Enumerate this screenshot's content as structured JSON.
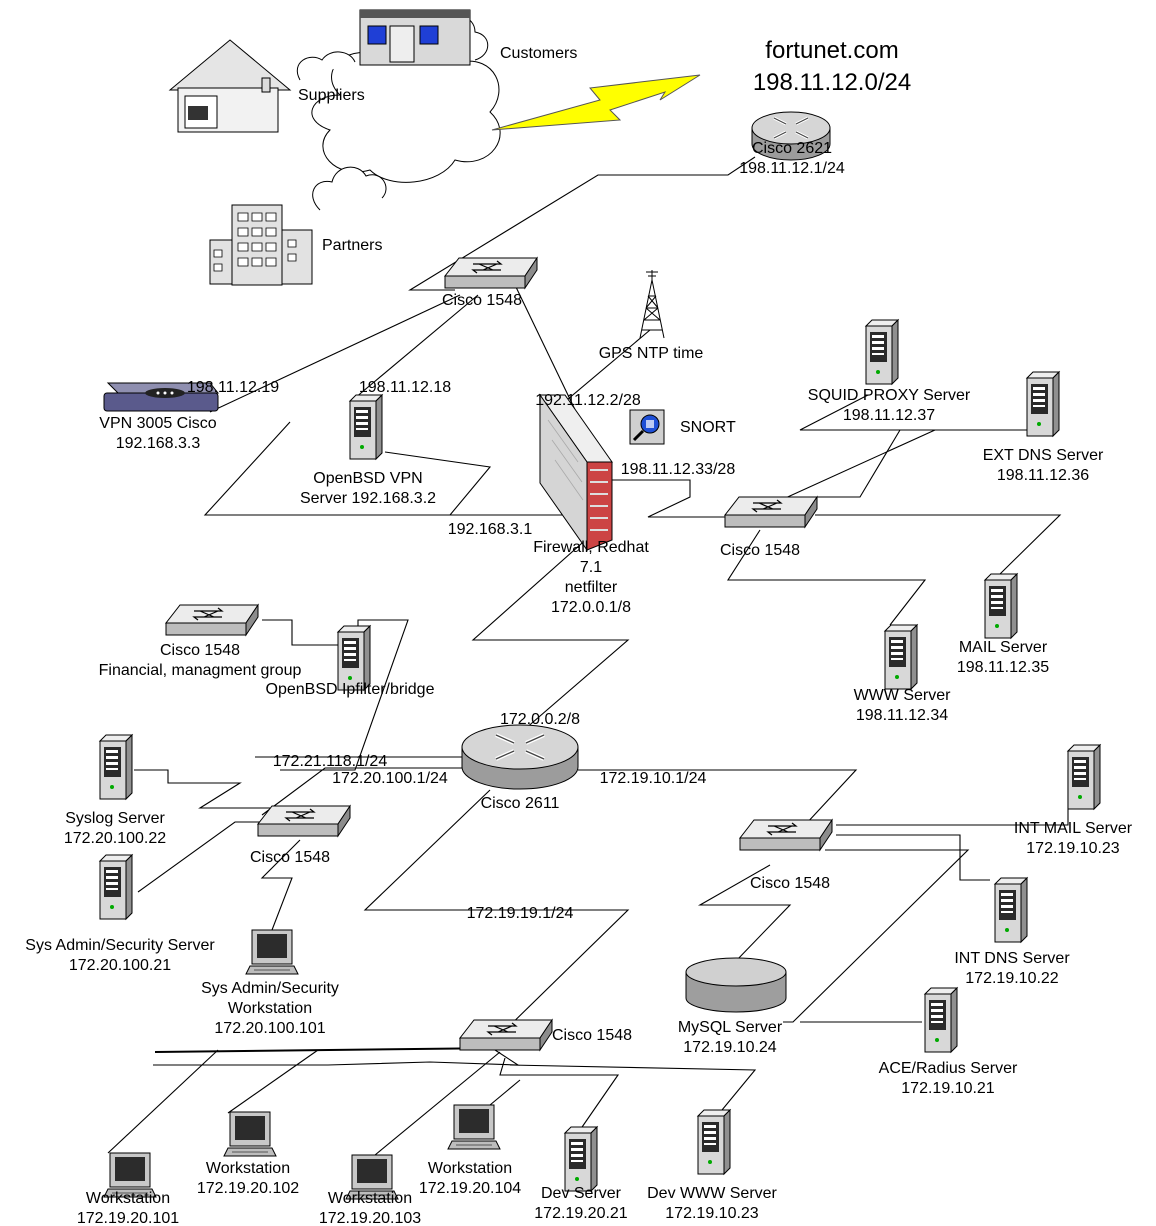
{
  "header": {
    "domain": "fortunet.com",
    "subnet": "198.11.12.0/24"
  },
  "external": {
    "customers": "Customers",
    "suppliers": "Suppliers",
    "partners": "Partners"
  },
  "edge_router": {
    "name": "Cisco 2621",
    "ip": "198.11.12.1/24"
  },
  "outer_switch": {
    "name": "Cisco 1548"
  },
  "gps": {
    "label": "GPS NTP time"
  },
  "vpn_cisco": {
    "name": "VPN 3005 Cisco",
    "ip": "192.168.3.3",
    "outside_ip": "198.11.12.19"
  },
  "vpn_openbsd": {
    "name": "OpenBSD VPN",
    "name2": "Server 192.168.3.2",
    "outside_ip": "198.11.12.18"
  },
  "firewall": {
    "outside_ip": "192.11.12.2/28",
    "dmz_ip": "198.11.12.33/28",
    "vpn_ip": "192.168.3.1",
    "line1": "Firewall, Redhat",
    "line2": "7.1",
    "line3": "netfilter",
    "line4": "172.0.0.1/8"
  },
  "snort": {
    "label": "SNORT"
  },
  "dmz_switch": {
    "name": "Cisco 1548"
  },
  "squid": {
    "name": "SQUID PROXY Server",
    "ip": "198.11.12.37"
  },
  "ext_dns": {
    "name": "EXT DNS Server",
    "ip": "198.11.12.36"
  },
  "mail": {
    "name": "MAIL Server",
    "ip": "198.11.12.35"
  },
  "www": {
    "name": "WWW Server",
    "ip": "198.11.12.34"
  },
  "fin_switch": {
    "name": "Cisco 1548",
    "group": "Financial, managment group"
  },
  "ipfilter": {
    "name": "OpenBSD Ipfilter/bridge"
  },
  "core_router": {
    "name": "Cisco 2611",
    "ip_top": "172.0.0.2/8",
    "ip_fin": "172.21.118.1/24",
    "ip_admin": "172.20.100.1/24",
    "ip_int": "172.19.10.1/24",
    "ip_ws": "172.19.19.1/24"
  },
  "admin_switch": {
    "name": "Cisco 1548"
  },
  "syslog": {
    "name": "Syslog Server",
    "ip": "172.20.100.22"
  },
  "sysadmin_server": {
    "name": "Sys Admin/Security Server",
    "ip": "172.20.100.21"
  },
  "sysadmin_ws": {
    "name1": "Sys Admin/Security",
    "name2": "Workstation",
    "ip": "172.20.100.101"
  },
  "int_switch": {
    "name": "Cisco 1548"
  },
  "int_mail": {
    "name": "INT MAIL Server",
    "ip": "172.19.10.23"
  },
  "int_dns": {
    "name": "INT DNS Server",
    "ip": "172.19.10.22"
  },
  "mysql": {
    "name": "MySQL Server",
    "ip": "172.19.10.24"
  },
  "ace": {
    "name": "ACE/Radius Server",
    "ip": "172.19.10.21"
  },
  "ws_switch": {
    "name": "Cisco 1548"
  },
  "workstations": [
    {
      "name": "Workstation",
      "ip": "172.19.20.101"
    },
    {
      "name": "Workstation",
      "ip": "172.19.20.102"
    },
    {
      "name": "Workstation",
      "ip": "172.19.20.103"
    },
    {
      "name": "Workstation",
      "ip": "172.19.20.104"
    }
  ],
  "dev_server": {
    "name": "Dev Server",
    "ip": "172.19.20.21"
  },
  "dev_www": {
    "name": "Dev WWW Server",
    "ip": "172.19.10.23"
  }
}
